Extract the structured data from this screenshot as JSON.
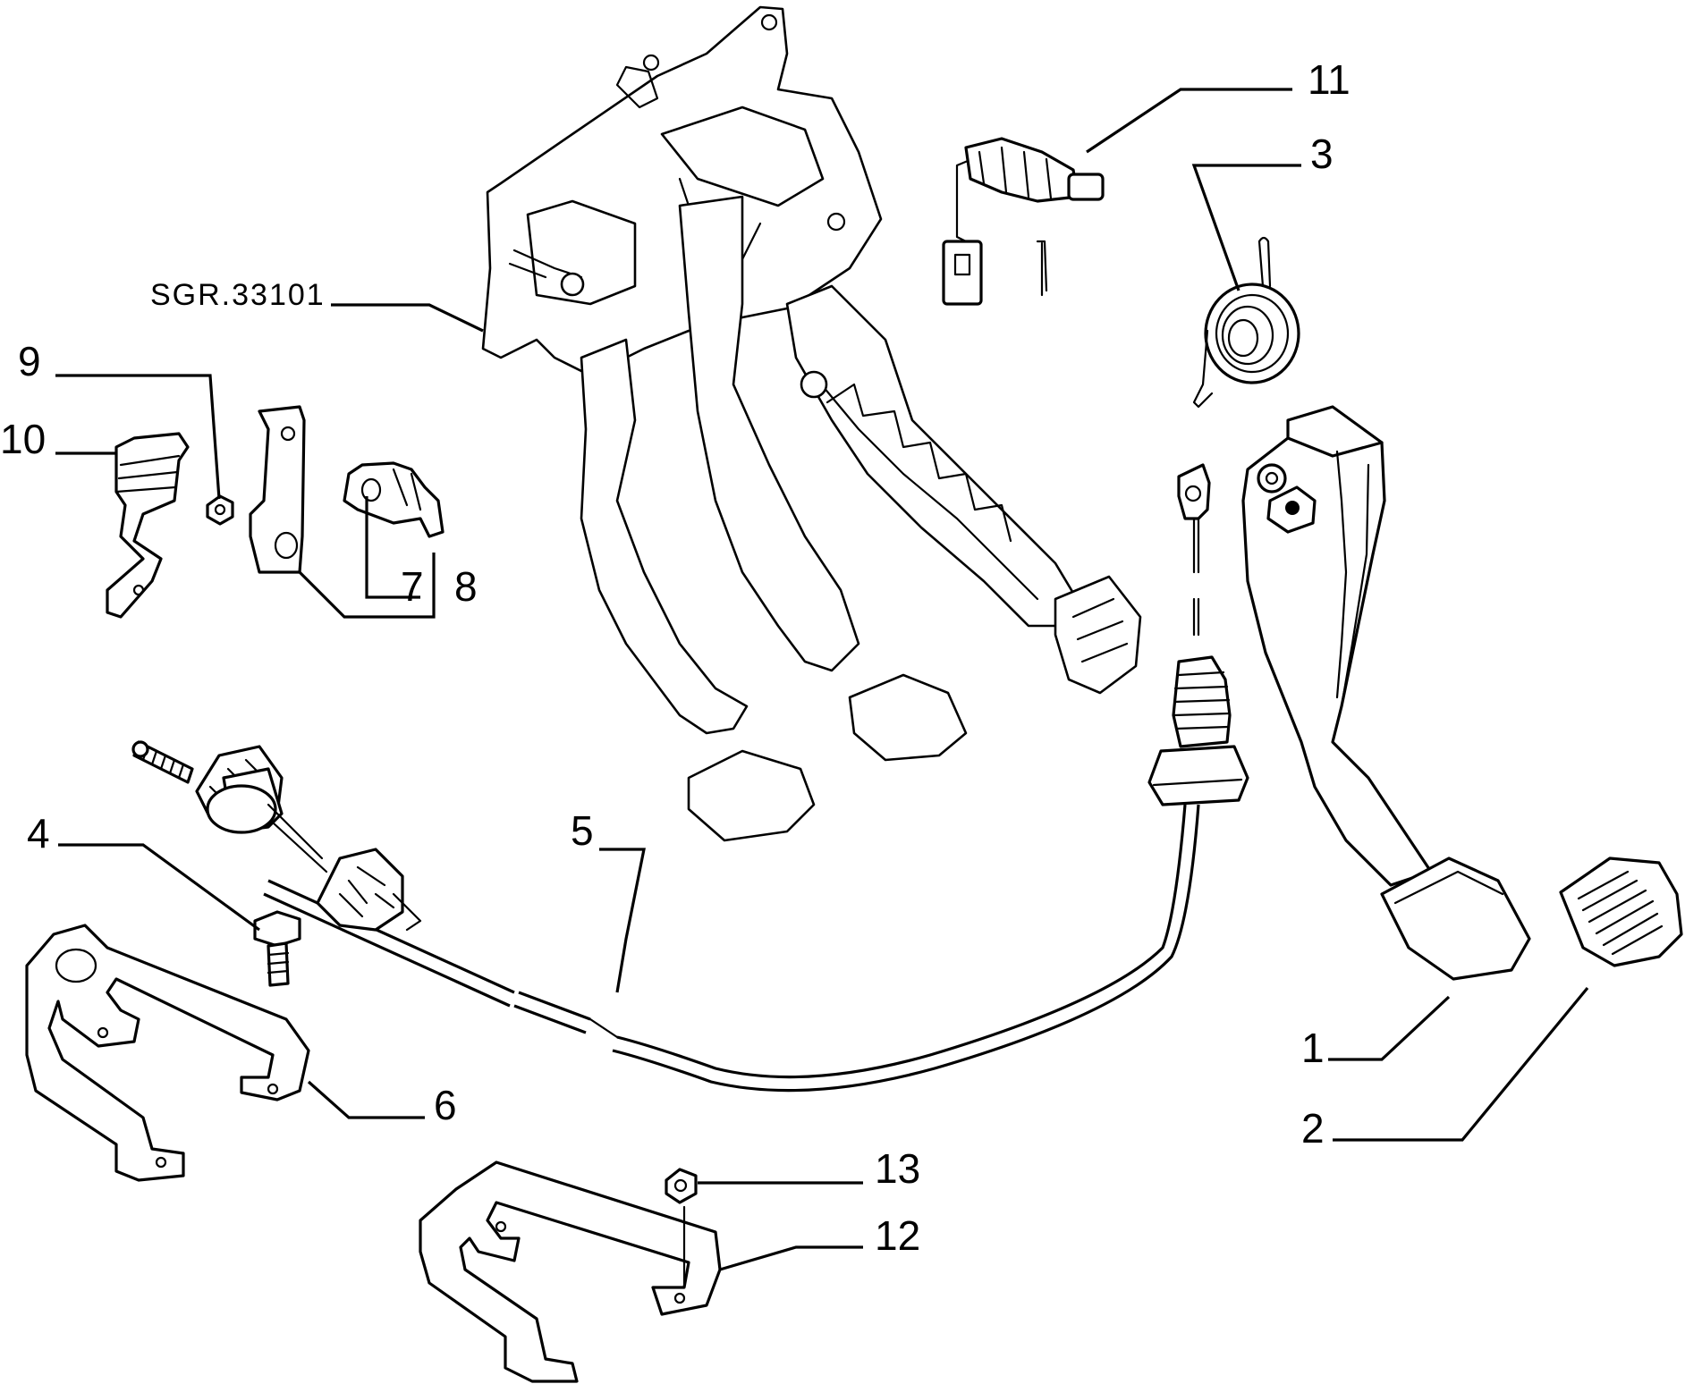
{
  "diagram": {
    "reference_code": "SGR.33101",
    "callouts": {
      "c1": "1",
      "c2": "2",
      "c3": "3",
      "c4": "4",
      "c5": "5",
      "c6": "6",
      "c7": "7",
      "c8": "8",
      "c9": "9",
      "c10": "10",
      "c11": "11",
      "c12": "12",
      "c13": "13"
    }
  }
}
